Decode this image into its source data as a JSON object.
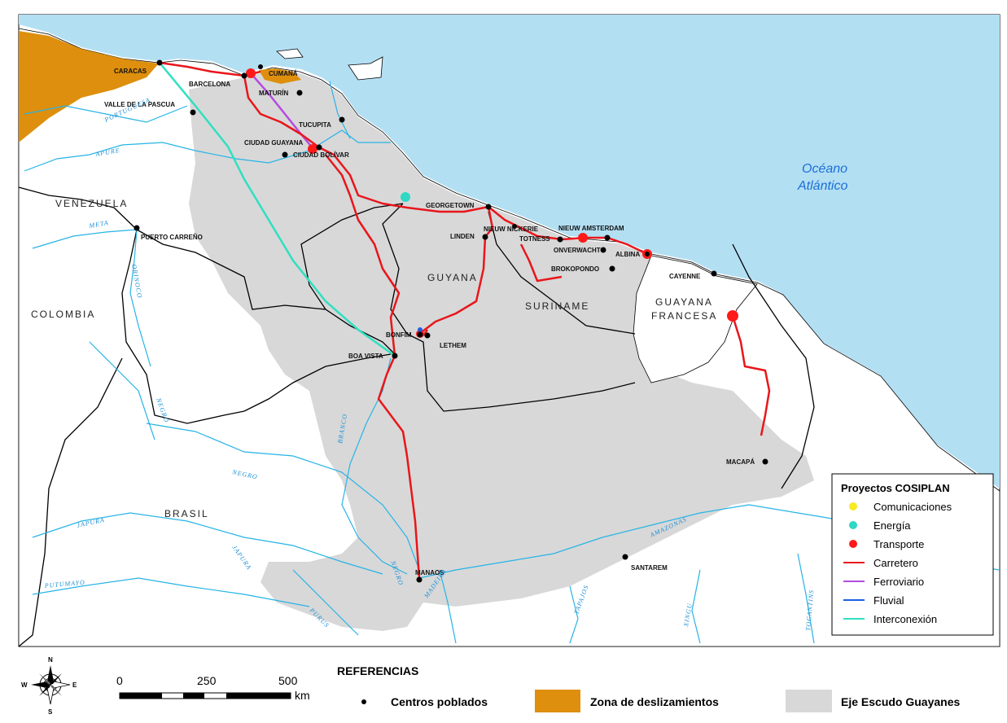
{
  "ocean_label": [
    "Océano",
    "Atlántico"
  ],
  "countries": [
    {
      "name": "VENEZUELA"
    },
    {
      "name": "COLOMBIA"
    },
    {
      "name": "BRASIL"
    },
    {
      "name": "GUYANA"
    },
    {
      "name": "SURINAME"
    },
    {
      "name": "GUAYANA"
    },
    {
      "name": "FRANCESA"
    }
  ],
  "cities": [
    {
      "name": "CARACAS"
    },
    {
      "name": "BARCELONA"
    },
    {
      "name": "CUMANÁ"
    },
    {
      "name": "MATURÍN"
    },
    {
      "name": "VALLE DE LA PASCUA"
    },
    {
      "name": "TUCUPITA"
    },
    {
      "name": "CIUDAD GUAYANA"
    },
    {
      "name": "CIUDAD BOLÍVAR"
    },
    {
      "name": "GEORGETOWN"
    },
    {
      "name": "NIEUW NICKERIE"
    },
    {
      "name": "NIEUW AMSTERDAM"
    },
    {
      "name": "LINDEN"
    },
    {
      "name": "TOTNESS"
    },
    {
      "name": "ONVERWACHT"
    },
    {
      "name": "ALBINA"
    },
    {
      "name": "BROKOPONDO"
    },
    {
      "name": "CAYENNE"
    },
    {
      "name": "PUERTO CARREÑO"
    },
    {
      "name": "BONFIM"
    },
    {
      "name": "LETHEM"
    },
    {
      "name": "BOA VISTA"
    },
    {
      "name": "MACAPÁ"
    },
    {
      "name": "SANTAREM"
    },
    {
      "name": "MANAOS"
    }
  ],
  "rivers": [
    {
      "name": "PORTUGUESA"
    },
    {
      "name": "APURE"
    },
    {
      "name": "META"
    },
    {
      "name": "ORINOCO"
    },
    {
      "name": "NEGRO"
    },
    {
      "name": "NEGRO"
    },
    {
      "name": "JAPURA"
    },
    {
      "name": "JAPURA"
    },
    {
      "name": "PUTUMAYO"
    },
    {
      "name": "BRANCO"
    },
    {
      "name": "NEGRO"
    },
    {
      "name": "PURUS"
    },
    {
      "name": "MADEIRA"
    },
    {
      "name": "TAPAJOS"
    },
    {
      "name": "AMAZONAS"
    },
    {
      "name": "XINGU"
    },
    {
      "name": "TOCANTINS"
    }
  ],
  "legend": {
    "title": "Proyectos COSIPLAN",
    "items": [
      {
        "label": "Comunicaciones",
        "color": "#f7ea22"
      },
      {
        "label": "Energía",
        "color": "#2fd8c4"
      },
      {
        "label": "Transporte",
        "color": "#ff1a1a"
      },
      {
        "label": "Carretero",
        "color": "#e8161b"
      },
      {
        "label": "Ferroviario",
        "color": "#b44ce0"
      },
      {
        "label": "Fluvial",
        "color": "#1f5fe0"
      },
      {
        "label": "Interconexión",
        "color": "#2fe0c0"
      }
    ]
  },
  "references": {
    "title": "REFERENCIAS",
    "items": [
      {
        "label": "Centros poblados",
        "symbol": "dot"
      },
      {
        "label": "Zona de deslizamientos",
        "color": "#dd8f0d"
      },
      {
        "label": "Eje Escudo Guayanes",
        "color": "#d8d8d8"
      }
    ]
  },
  "scale": {
    "labels": [
      "0",
      "250",
      "500"
    ],
    "unit": "km"
  },
  "compass": {
    "n": "N",
    "s": "S",
    "e": "E",
    "w": "W"
  },
  "colors": {
    "ocean": "#b3dff3",
    "land": "#ffffff",
    "axis": "#d8d8d8",
    "landslide": "#dd8f0d",
    "river": "#27b4e6"
  }
}
